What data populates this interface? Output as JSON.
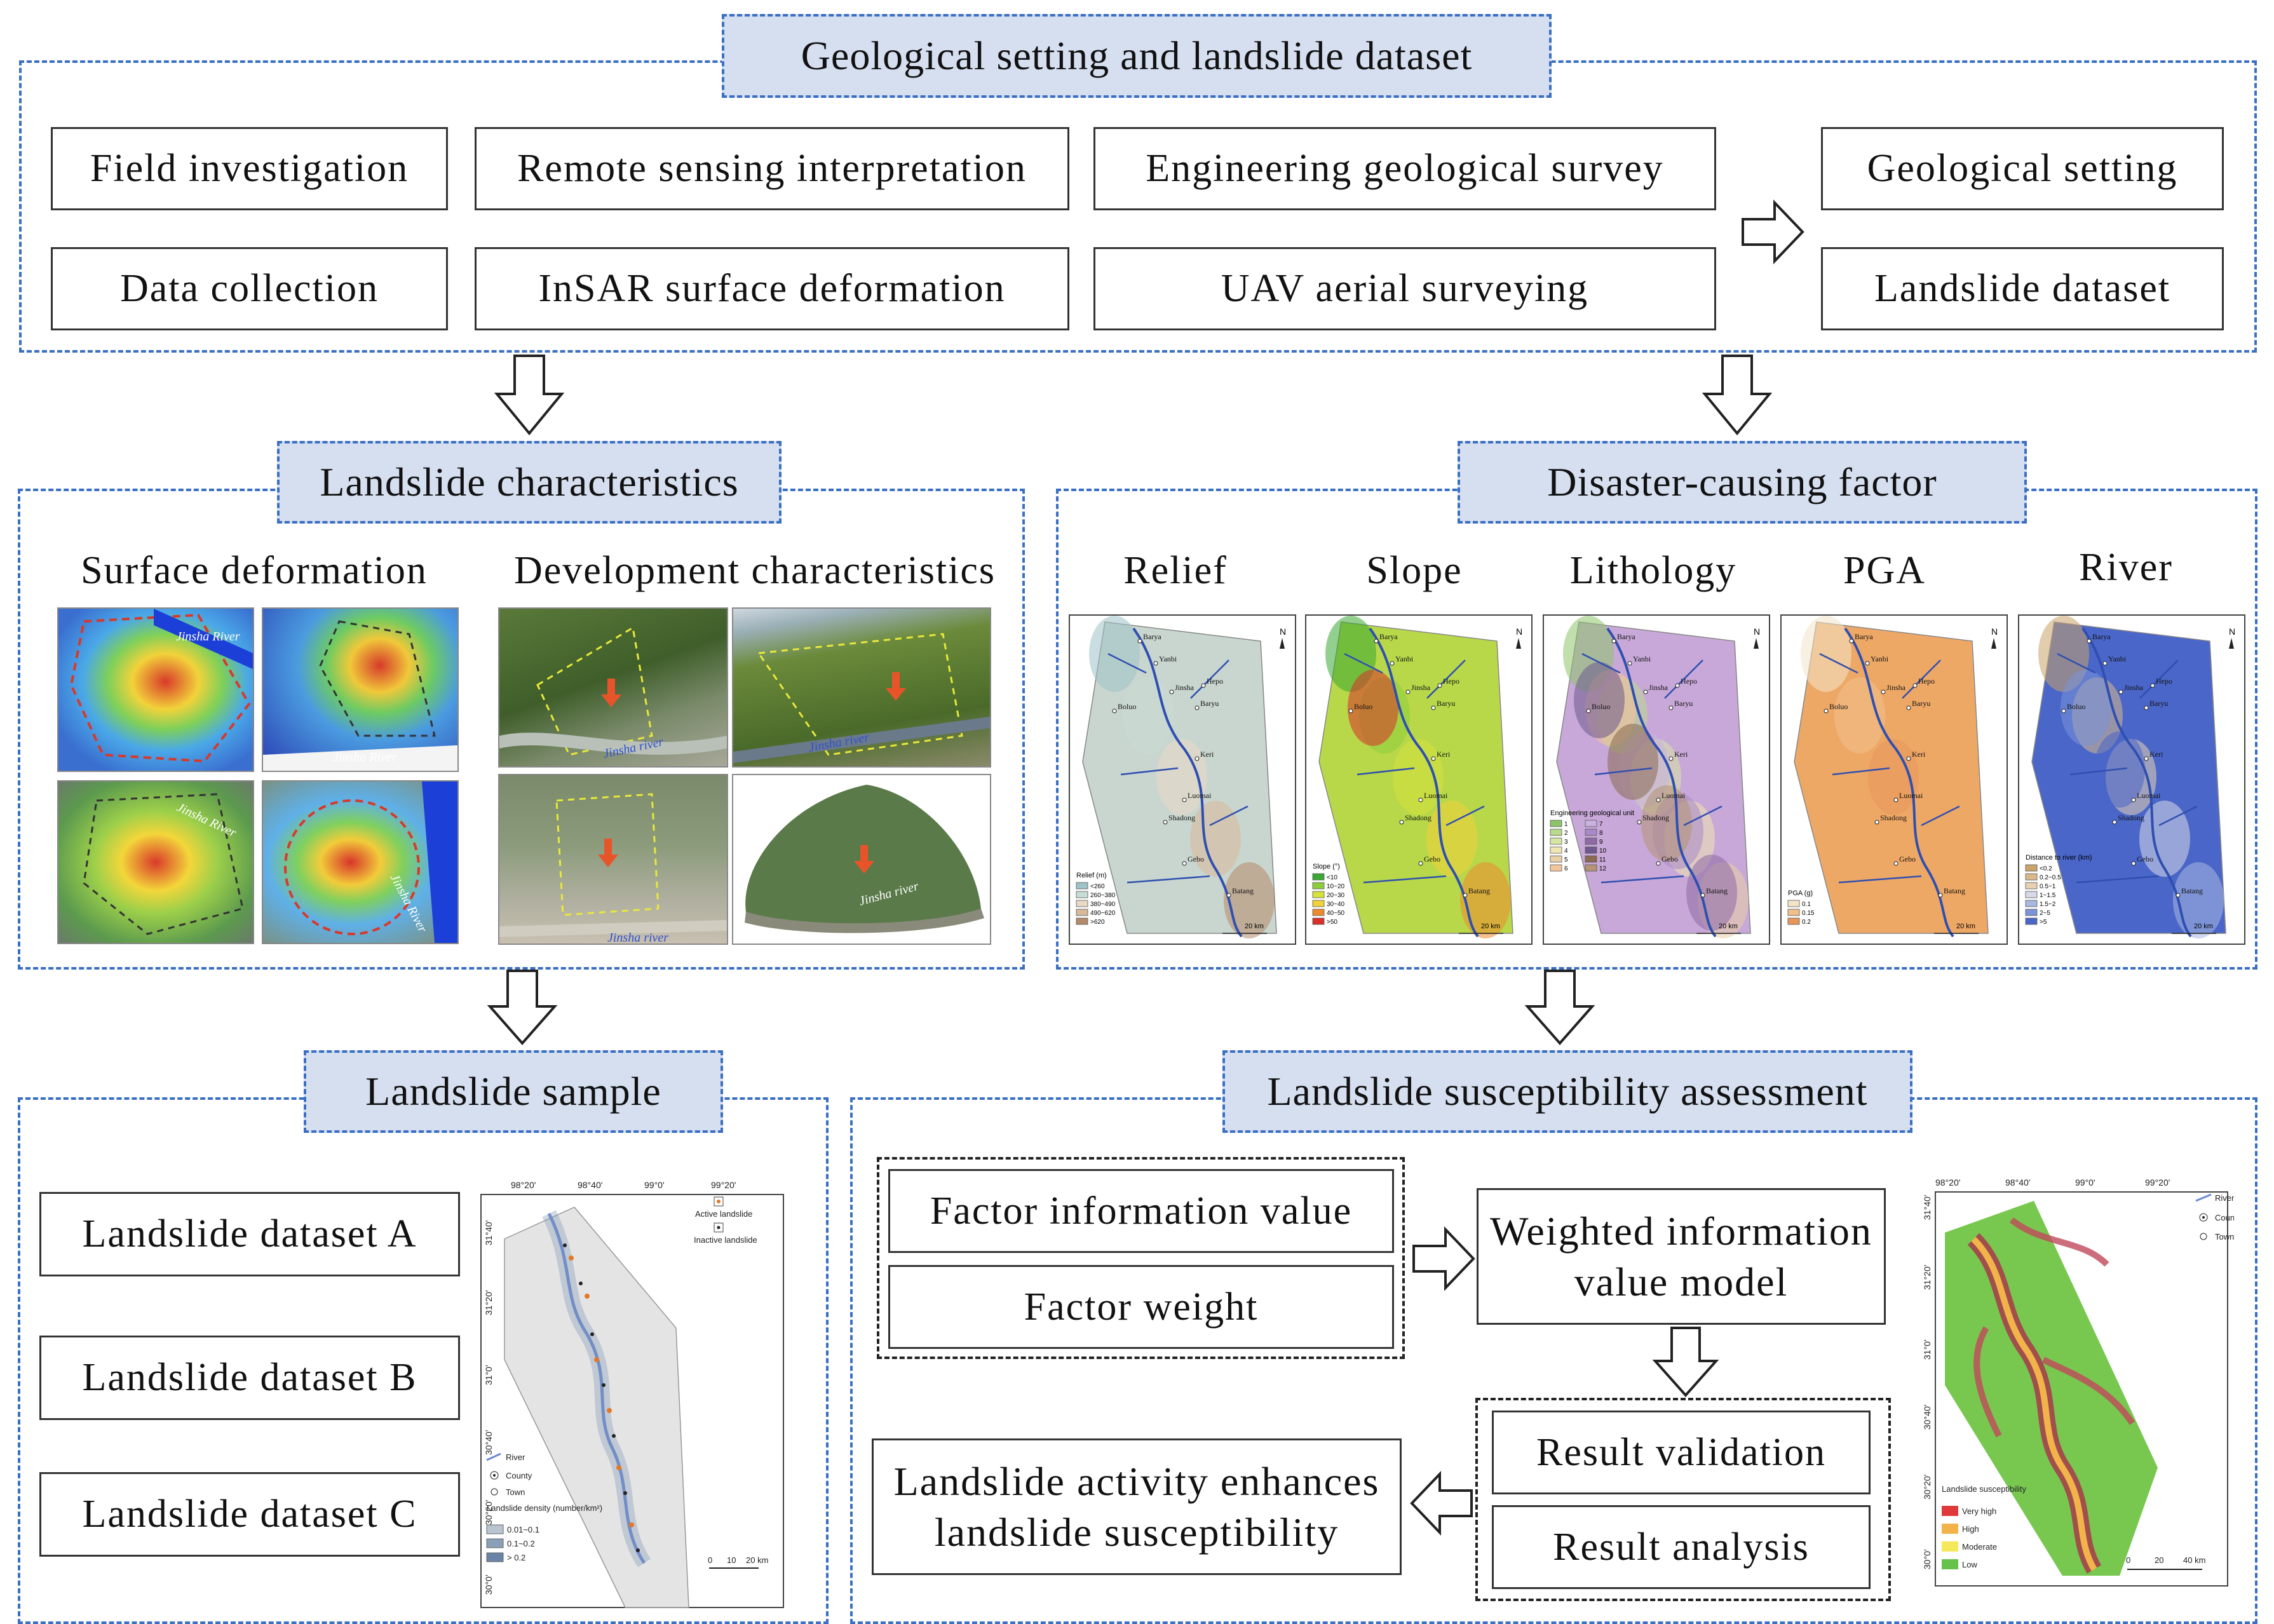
{
  "top": {
    "title": "Geological setting and landslide dataset",
    "methods": [
      "Field investigation",
      "Remote sensing interpretation",
      "Engineering geological survey",
      "Data collection",
      "InSAR  surface deformation",
      "UAV aerial surveying"
    ],
    "outputs": [
      "Geological setting",
      "Landslide dataset"
    ]
  },
  "characteristics": {
    "title": "Landslide characteristics",
    "surface_label": "Surface deformation",
    "development_label": "Development characteristics",
    "river_captions": [
      "Jinsha  River",
      "Jinsha  River",
      "Jinsha River",
      "Jinsha River"
    ],
    "photo_captions": [
      "Jinsha river",
      "Jinsha river",
      "Jinsha river",
      "Jinsha river"
    ]
  },
  "factors": {
    "title": "Disaster-causing factor",
    "names": [
      "Relief",
      "Slope",
      "Lithology",
      "PGA",
      "River"
    ],
    "towns": [
      "Barya",
      "Yanbi",
      "Jinsha",
      "Hepo",
      "Boluo",
      "Baryu",
      "Keri",
      "Luomai",
      "Shadong",
      "Gebo",
      "Batang"
    ],
    "scale": "20 km",
    "north": "N",
    "legends": [
      {
        "title": "Relief (m)",
        "items": [
          "<260",
          "260~380",
          "380~490",
          "490~620",
          ">620"
        ],
        "colors": [
          "#9fc2c9",
          "#c8dcd6",
          "#ead9c6",
          "#d9b99a",
          "#b58a6a"
        ]
      },
      {
        "title": "Slope (°)",
        "items": [
          "<10",
          "10~20",
          "20~30",
          "30~40",
          "40~50",
          ">50"
        ],
        "colors": [
          "#3aa832",
          "#8ccd3b",
          "#d4e23c",
          "#f2d23a",
          "#ee8a2e",
          "#d9302a"
        ]
      },
      {
        "title": "Engineering geological unit",
        "items": [
          "1",
          "2",
          "3",
          "4",
          "5",
          "6",
          "7",
          "8",
          "9",
          "10",
          "11",
          "12"
        ],
        "colors": [
          "#8dc46a",
          "#b9d98c",
          "#d8e6a4",
          "#f0e6b2",
          "#e9d0a6",
          "#f2c49a",
          "#c9b2de",
          "#a98ac8",
          "#8e6aa6",
          "#6e5a8e",
          "#8a6a52",
          "#b59474"
        ]
      },
      {
        "title": "PGA (g)",
        "items": [
          "0.1",
          "0.15",
          "0.2"
        ],
        "colors": [
          "#f3e4c8",
          "#f0bf8a",
          "#e8955a"
        ]
      },
      {
        "title": "Distance to river (km)",
        "items": [
          "<0.2",
          "0.2~0.5",
          "0.5~1",
          "1~1.5",
          "1.5~2",
          "2~5",
          ">5"
        ],
        "colors": [
          "#c9a36a",
          "#d9b88c",
          "#e8d1b2",
          "#d8d8e8",
          "#a8b8e0",
          "#7a94d8",
          "#4a66c8"
        ]
      }
    ]
  },
  "sample": {
    "title": "Landslide sample",
    "datasets": [
      "Landslide dataset A",
      "Landslide dataset B",
      "Landslide dataset C"
    ],
    "map": {
      "coords_top": [
        "98°20'",
        "98°40'",
        "99°0'",
        "99°20'"
      ],
      "coords_left": [
        "31°40'",
        "31°20'",
        "31°0'",
        "30°40'",
        "30°20'",
        "30°0'"
      ],
      "legend_top": [
        "Active landslide",
        "Inactive landslide"
      ],
      "legend_bottom": [
        "River",
        "County",
        "Town"
      ],
      "density_title": "Landslide density (number/km²)",
      "density_items": [
        "0.01~0.1",
        "0.1~0.2",
        "> 0.2"
      ],
      "scale": [
        "0",
        "10",
        "20 km"
      ]
    }
  },
  "assessment": {
    "title": "Landslide susceptibility assessment",
    "inputs": [
      "Factor information value",
      "Factor weight"
    ],
    "model": "Weighted information value model",
    "results": [
      "Result validation",
      "Result analysis"
    ],
    "conclusion": "Landslide activity enhances landslide susceptibility",
    "map": {
      "coords_top": [
        "98°20'",
        "98°40'",
        "99°0'",
        "99°20'"
      ],
      "coords_left": [
        "31°40'",
        "31°20'",
        "31°0'",
        "30°40'",
        "30°20'",
        "30°0'"
      ],
      "legend_top": [
        "River",
        "County",
        "Town"
      ],
      "legend_title": "Landslide susceptibility",
      "legend_items": [
        "Very high",
        "High",
        "Moderate",
        "Low"
      ],
      "legend_colors": [
        "#e0393b",
        "#f2b44a",
        "#f5e85a",
        "#66c24a"
      ],
      "scale": [
        "0",
        "20",
        "40 km"
      ]
    }
  }
}
